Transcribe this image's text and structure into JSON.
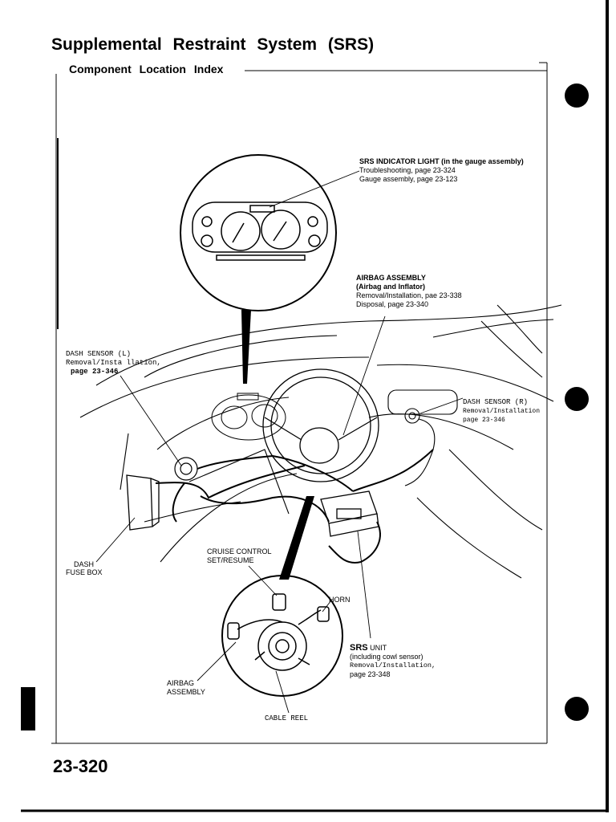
{
  "header": {
    "title": "Supplemental Restraint System (SRS)",
    "subtitle": "Component Location Index"
  },
  "labels": {
    "srs_indicator": {
      "heading": "SRS INDICATOR LIGHT (in the gauge assembly)",
      "line1": "Troubleshooting, page 23-324",
      "line2": "Gauge assembly, page 23-123"
    },
    "airbag_assembly": {
      "heading": "AIRBAG ASSEMBLY",
      "subheading": "(Airbag and Inflator)",
      "line1": "Removal/Installation, pae 23-338",
      "line2": "Disposal, page 23-340"
    },
    "dash_sensor_l": {
      "heading": "DASH SENSOR (L)",
      "line1": "Removal/Insta llation,",
      "line2": "page 23-346"
    },
    "dash_sensor_r": {
      "heading": "DASH SENSOR (R)",
      "line1": "Removal/Installation",
      "line2": "page 23-346"
    },
    "dash_fuse_box": {
      "line1": "DASH",
      "line2": "FUSE BOX"
    },
    "cruise_control": {
      "line1": "CRUISE CONTROL",
      "line2": "SET/RESUME"
    },
    "horn": "HORN",
    "srs_unit": {
      "heading": "SRS",
      "heading_rest": "UNIT",
      "line1": "(including cowl sensor)",
      "line2": "Removal/Installation,",
      "line3": "page 23-348"
    },
    "airbag_inset": {
      "line1": "AIRBAG",
      "line2": "ASSEMBLY"
    },
    "cable_reel": "CABLE REEL"
  },
  "footer": {
    "page_number": "23-320"
  }
}
